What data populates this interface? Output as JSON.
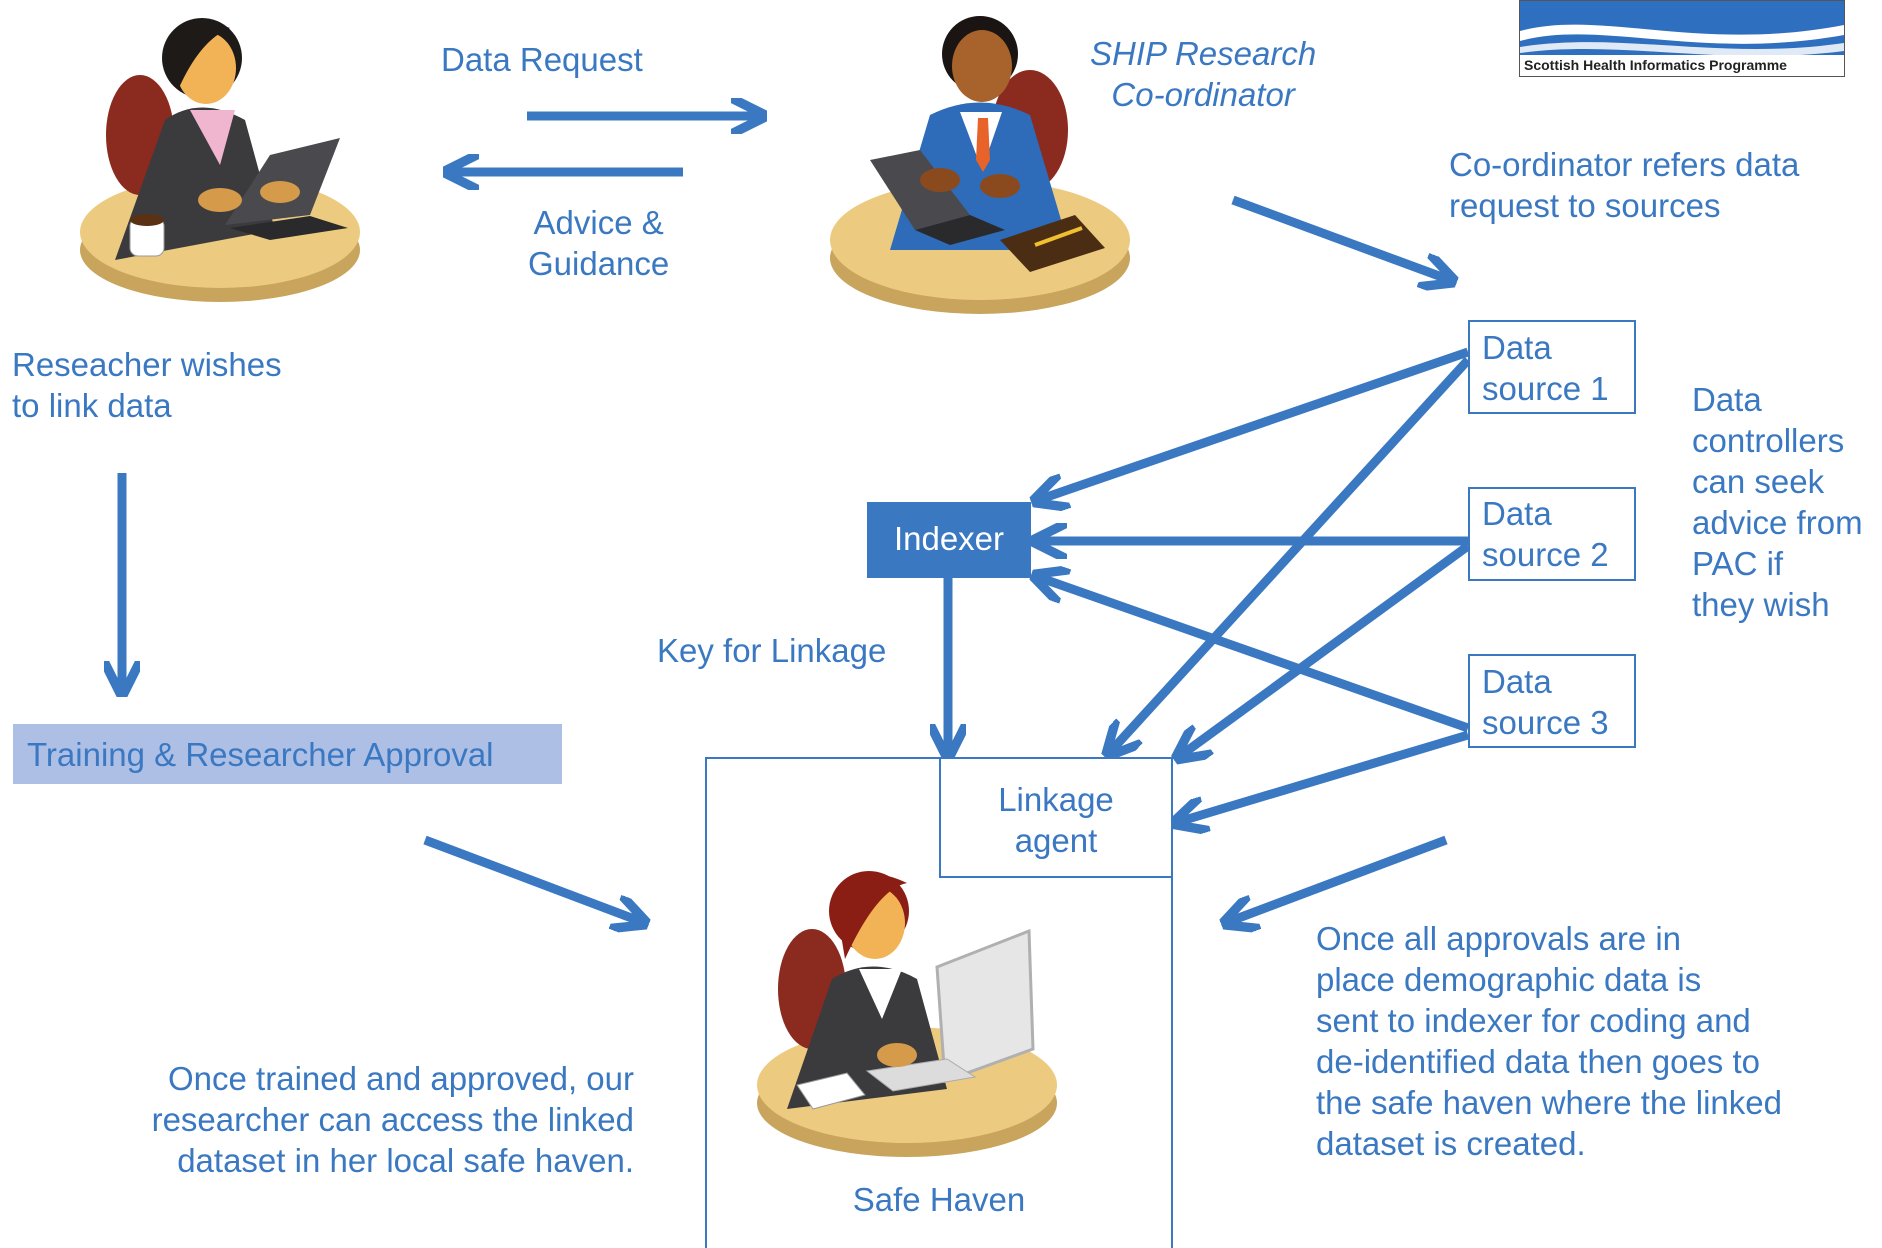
{
  "logo": {
    "caption": "Scottish Health Informatics Programme",
    "colors": {
      "banner": "#2f6fbf",
      "text": "#222222"
    }
  },
  "actors": {
    "researcher": {
      "caption": "Reseacher wishes\nto link data",
      "icon": "researcher-at-laptop"
    },
    "coordinator": {
      "title": "SHIP Research\nCo-ordinator",
      "icon": "coordinator-at-laptop"
    },
    "safe_haven_user": {
      "caption": "Safe Haven",
      "icon": "researcher-at-desktop"
    }
  },
  "flows": {
    "data_request": "Data Request",
    "advice_guidance": "Advice &\nGuidance",
    "coordinator_refers": "Co-ordinator refers data\nrequest to sources",
    "key_for_linkage": "Key for Linkage"
  },
  "nodes": {
    "indexer": "Indexer",
    "linkage_agent": "Linkage\nagent",
    "sources": [
      "Data\nsource 1",
      "Data\nsource 2",
      "Data\nsource 3"
    ]
  },
  "notes": {
    "pac": "Data\ncontrollers\ncan seek\nadvice from\nPAC if\nthey wish",
    "training": "Training & Researcher Approval",
    "once_approvals": "Once all approvals are in\nplace demographic data is\nsent to indexer for coding and\nde-identified data then goes to\nthe safe haven where the linked\ndataset is created.",
    "once_trained": "Once trained and approved, our\nresearcher can access the linked\ndataset in her local safe haven."
  },
  "colors": {
    "accent": "#3a78c2",
    "indexer_fill": "#3a78c2",
    "training_fill": "#aebfe6"
  }
}
